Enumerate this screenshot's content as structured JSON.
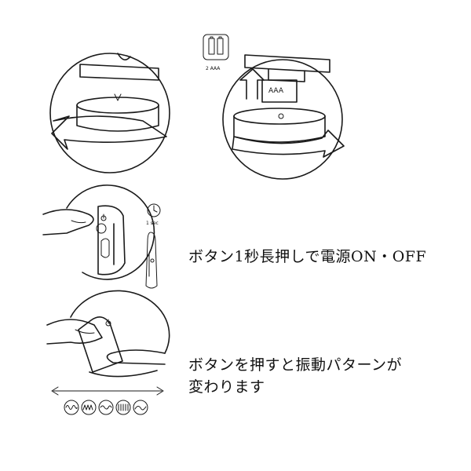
{
  "battery_panel": {
    "battery_label": "2 AAA",
    "compartment_label": "AAA"
  },
  "step_power": {
    "text": "ボタン1秒長押しで電源ON・OFF",
    "timer_label": "1 sec"
  },
  "step_pattern": {
    "line1": "ボタンを押すと振動パターンが",
    "line2": "変わります"
  }
}
